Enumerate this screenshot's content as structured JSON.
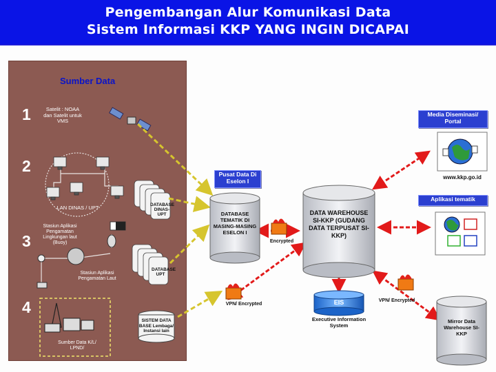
{
  "title": {
    "line1": "Pengembangan Alur Komunikasi Data",
    "line2": "Sistem Informasi KKP YANG INGIN DICAPAI"
  },
  "source_panel": {
    "heading": "Sumber Data",
    "items": [
      {
        "number": "1",
        "label": "Satelit : NOAA dan Satelit untuk VMS"
      },
      {
        "number": "2",
        "label": "LAN DINAS / UPT",
        "db_label": "DATABASE DINAS-UPT"
      },
      {
        "number": "3",
        "label_top": "Stasiun Aplikasi Pengamatan Lingkungan laut (Buoy)",
        "label_bottom": "Stasiun Aplikasi Pengamatan Laut",
        "db_label": "DATABASE UPT"
      },
      {
        "number": "4",
        "label": "Sumber Data K/L/ LPND/",
        "db_label": "SISTEM DATA BASE Lembaga/ Instansi lain"
      }
    ]
  },
  "center": {
    "pusat_data": "Pusat Data Di Eselon I",
    "db_tematik": "DATABASE TEMATIK DI MASING-MASING ESELON I",
    "encrypted": "Encrypted",
    "warehouse": "DATA WAREHOUSE SI-KKP (GUDANG DATA TERPUSAT SI-KKP)",
    "eis": "EIS",
    "eis_caption": "Executive Information System",
    "vpn_left": "VPN/ Encrypted",
    "vpn_right": "VPN/ Encrypted",
    "mirror": "Mirror Data Warehouse SI-KKP"
  },
  "right": {
    "media_label": "Media Diseminasi/ Portal",
    "portal_url": "www.kkp.go.id",
    "aplikasi_label": "Aplikasi tematik"
  },
  "colors": {
    "title_bg": "#0a14e6",
    "panel_bg": "#8c5a52",
    "arrow_dashed": "#d6c52e",
    "arrow_red": "#e21a1a",
    "label_box": "#2b3fd0"
  }
}
